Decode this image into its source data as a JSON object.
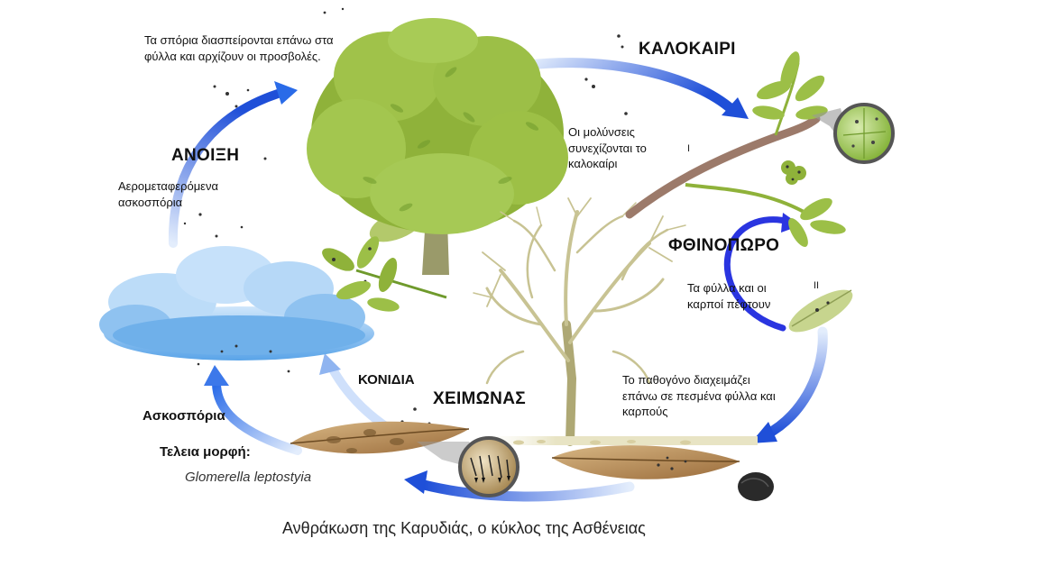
{
  "seasons": {
    "spring": "ΑΝΟΙΞΗ",
    "summer": "ΚΑΛΟΚΑΙΡΙ",
    "autumn": "ΦΘΙΝΟΠΩΡΟ",
    "winter": "ΧΕΙΜΩΝΑΣ"
  },
  "notes": {
    "spores_spread": "Τα σπόρια διασπείρονται επάνω στα φύλλα και αρχίζουν οι προσβολές.",
    "airborne": "Αερομεταφερόμενα ασκοσπόρια",
    "summer_infections": "Οι μολύνσεις συνεχίζονται το καλοκαίρι",
    "leaves_fall": "Τα φύλλα και οι καρποί πέφτουν",
    "overwinter": "Το παθογόνο διαχειμάζει επάνω σε πεσμένα φύλλα και καρπούς",
    "conidia": "ΚΟΝΙΔΙΑ",
    "ascospores": "Ασκοσπόρια",
    "perfect_form": "Τελεια μορφή:",
    "species": "Glomerella leptostyia",
    "mark_i": "I",
    "mark_ii": "II"
  },
  "caption": "Ανθράκωση της Καρυδιάς, ο κύκλος της Ασθένειας",
  "colors": {
    "arrow_dark": "#1f4fd8",
    "arrow_light": "#cfe0fb",
    "autumn_arrow": "#2a35e0",
    "foliage": "#8fb23a",
    "foliage_dark": "#5f8a22",
    "bare_branches": "#c8c393",
    "cloud": "#9cc9f2",
    "leaf_brown": "#b48a55",
    "trunk": "#9a9a6a"
  }
}
